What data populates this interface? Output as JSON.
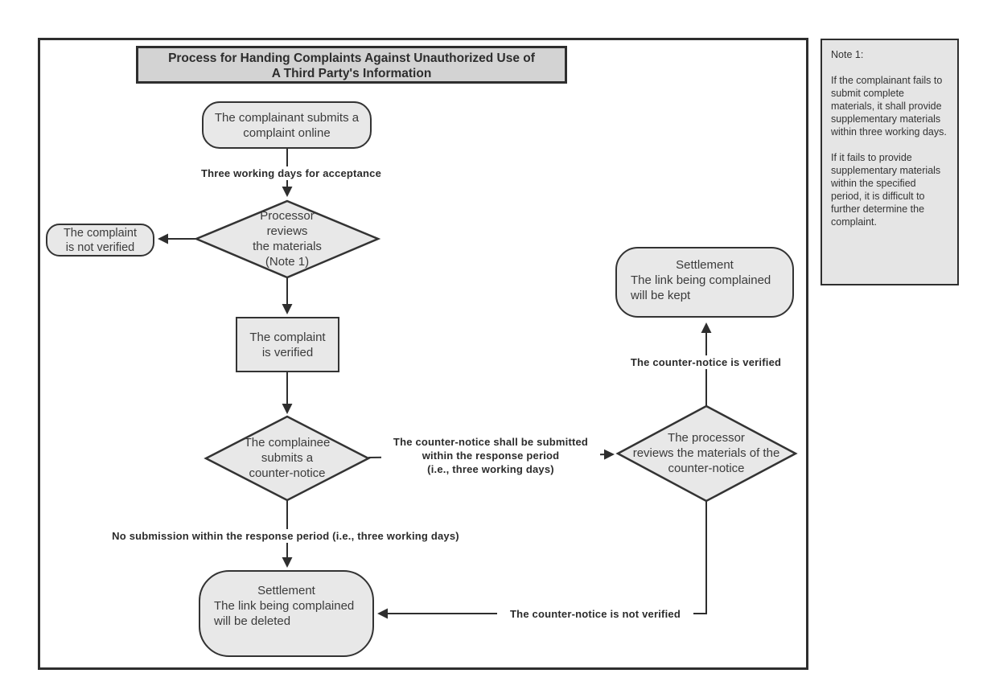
{
  "colors": {
    "node_fill": "#e8e8e8",
    "title_fill": "#d3d3d3",
    "note_fill": "#e5e5e5",
    "border": "#2e2e2e",
    "node_text": "#3b3b3b",
    "label_text": "#2b2b2b"
  },
  "title": "Process for Handing Complaints Against Unauthorized Use of\nA Third Party's Information",
  "nodes": {
    "start": "The complainant submits a\ncomplaint online",
    "review": "Processor\nreviews\nthe materials\n(Note 1)",
    "not_verified": "The complaint\nis not verified",
    "verified": "The complaint\nis verified",
    "counter_notice": "The complainee\nsubmits a\ncounter-notice",
    "processor_reviews": "The processor\nreviews the materials of the\ncounter-notice",
    "settlement_kept": {
      "heading": "Settlement",
      "body": "The link being complained\nwill be kept"
    },
    "settlement_deleted": {
      "heading": "Settlement",
      "body": "The link being complained\nwill be deleted"
    }
  },
  "labels": {
    "acceptance": "Three working days for acceptance",
    "counter_submit": "The counter-notice shall be submitted\nwithin the response period\n(i.e., three working days)",
    "no_submission": "No submission within the response period (i.e., three working days)",
    "cn_verified": "The counter-notice is verified",
    "cn_not_verified": "The counter-notice is not verified"
  },
  "note": {
    "heading": "Note 1:",
    "para1": "If the complainant fails to submit complete materials, it shall provide supplementary materials within three working days.",
    "para2": "If it fails to provide supplementary materials within the specified period, it is difficult to further determine the complaint."
  }
}
